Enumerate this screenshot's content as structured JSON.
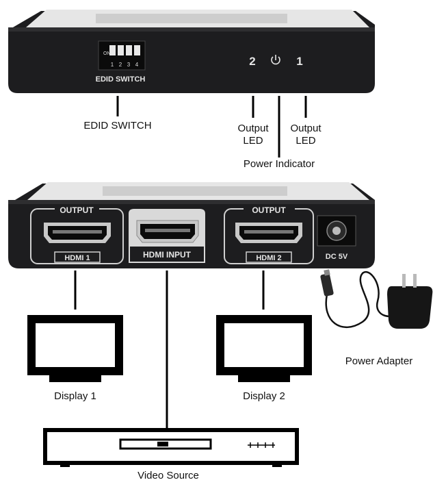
{
  "front_panel": {
    "dip_numbers": [
      "1",
      "2",
      "3",
      "4"
    ],
    "dip_on_label": "ON",
    "silkscreen_label": "EDID SWITCH",
    "led_label_left": "2",
    "led_label_right": "1"
  },
  "rear_panel": {
    "output_label": "OUTPUT",
    "hdmi1_label": "HDMI 1",
    "hdmi_input_label": "HDMI INPUT",
    "hdmi2_label": "HDMI 2",
    "dc_label": "DC 5V"
  },
  "callouts": {
    "edid_switch": "EDID SWITCH",
    "output_led_left": "Output\nLED",
    "output_led_right": "Output\nLED",
    "power_indicator": "Power Indicator",
    "display_1": "Display 1",
    "display_2": "Display 2",
    "power_adapter": "Power Adapter",
    "video_source": "Video Source"
  },
  "colors": {
    "device_body": "#1d1d1f",
    "device_top": "#e6e6e6",
    "line": "#000000",
    "hdmi_input_bg": "#d9d9d9"
  }
}
